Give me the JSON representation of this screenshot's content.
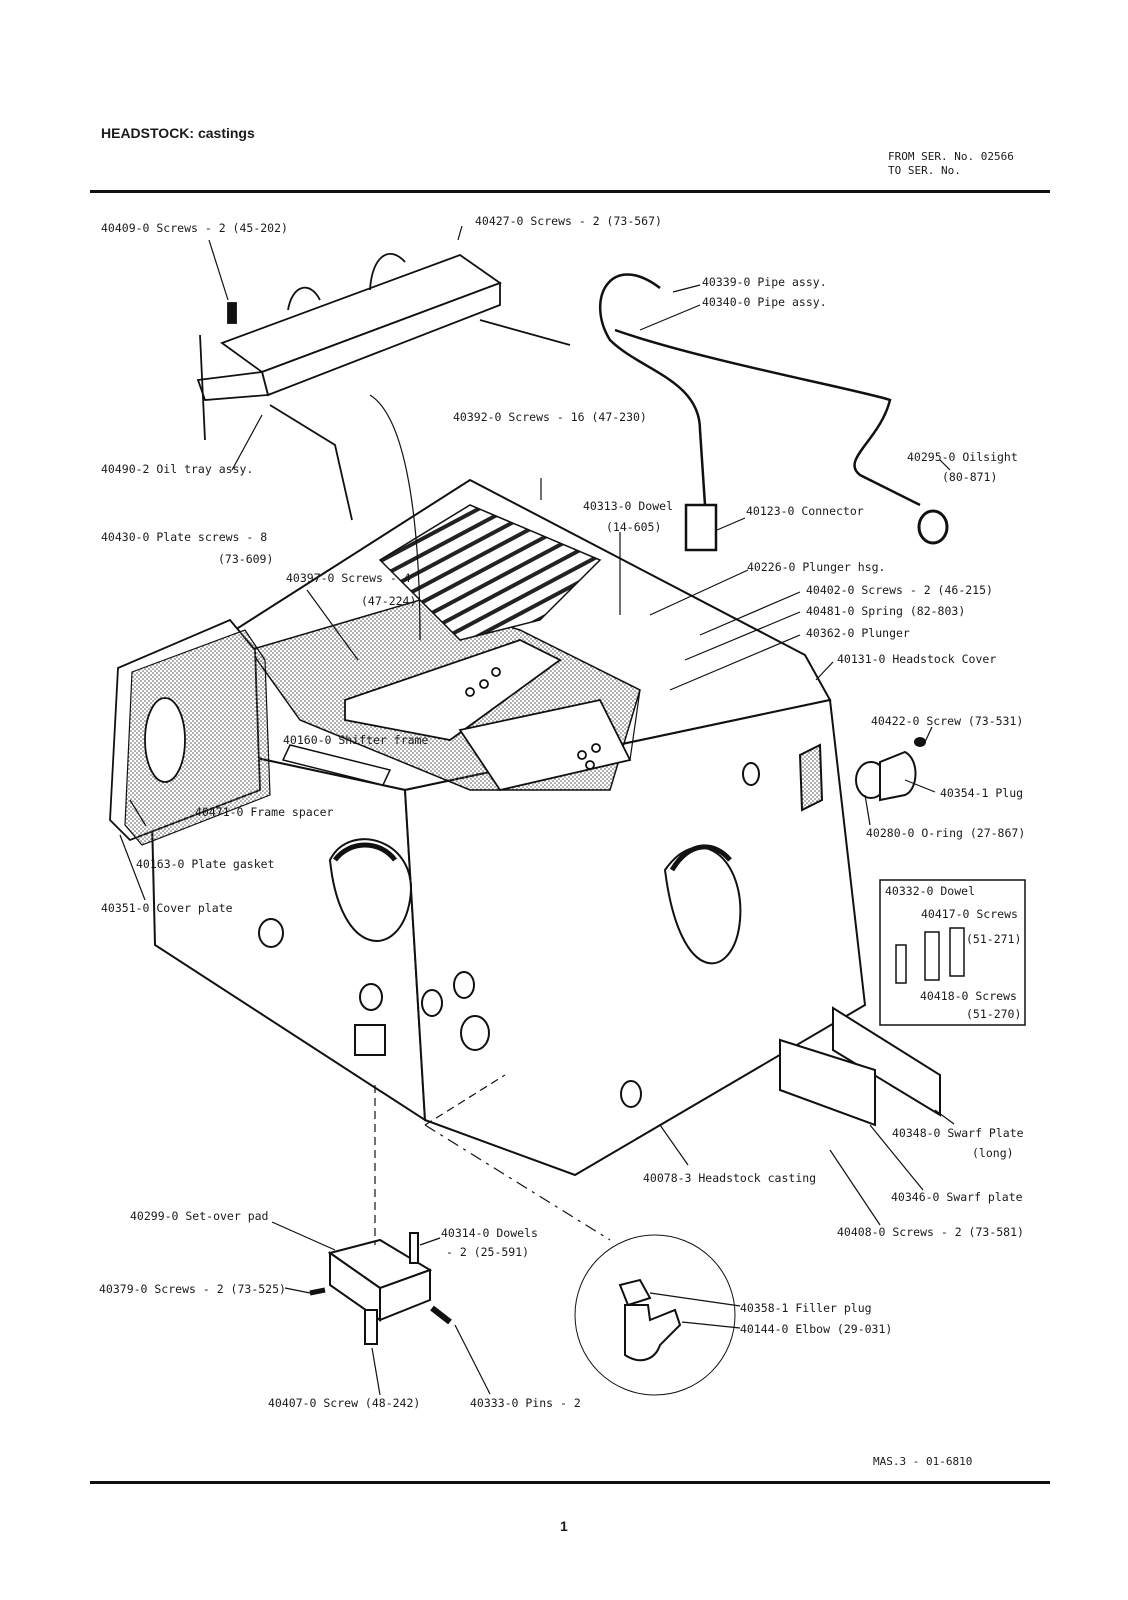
{
  "header": {
    "title": "HEADSTOCK: castings",
    "from_ser": "FROM SER. No. 02566",
    "to_ser": "TO SER. No."
  },
  "labels": {
    "l40409": "40409-0 Screws - 2 (45-202)",
    "l40427": "40427-0 Screws - 2 (73-567)",
    "l40339": "40339-0 Pipe assy.",
    "l40340": "40340-0 Pipe assy.",
    "l40490": "40490-2 Oil tray assy.",
    "l40392": "40392-0 Screws - 16 (47-230)",
    "l40295a": "40295-0 Oilsight",
    "l40295b": "(80-871)",
    "l40313a": "40313-0 Dowel",
    "l40313b": "(14-605)",
    "l40123": "40123-0 Connector",
    "l40430a": "40430-0 Plate screws - 8",
    "l40430b": "(73-609)",
    "l40226": "40226-0 Plunger hsg.",
    "l40397a": "40397-0 Screws - 4",
    "l40397b": "(47-224)",
    "l40402": "40402-0 Screws - 2 (46-215)",
    "l40481": "40481-0 Spring (82-803)",
    "l40362": "40362-0 Plunger",
    "l40131": "40131-0 Headstock Cover",
    "l40422": "40422-0 Screw (73-531)",
    "l40160": "40160-0 Shifter frame",
    "l40354": "40354-1 Plug",
    "l40471": "40471-0 Frame spacer",
    "l40280": "40280-0 O-ring (27-867)",
    "l40163": "40163-0 Plate gasket",
    "l40351": "40351-0 Cover plate",
    "l40332": "40332-0 Dowel",
    "l40417a": "40417-0 Screws",
    "l40417b": "(51-271)",
    "l40418a": "40418-0 Screws",
    "l40418b": "(51-270)",
    "l40348a": "40348-0 Swarf Plate",
    "l40348b": "(long)",
    "l40078": "40078-3 Headstock casting",
    "l40346": "40346-0 Swarf plate",
    "l40408": "40408-0 Screws - 2 (73-581)",
    "l40299": "40299-0 Set-over pad",
    "l40314a": "40314-0 Dowels",
    "l40314b": "- 2 (25-591)",
    "l40379": "40379-0 Screws - 2 (73-525)",
    "l40358": "40358-1 Filler plug",
    "l40144": "40144-0 Elbow (29-031)",
    "l40407": "40407-0 Screw (48-242)",
    "l40333": "40333-0 Pins - 2"
  },
  "footer": {
    "code": "MAS.3 - 01-6810",
    "page": "1"
  }
}
